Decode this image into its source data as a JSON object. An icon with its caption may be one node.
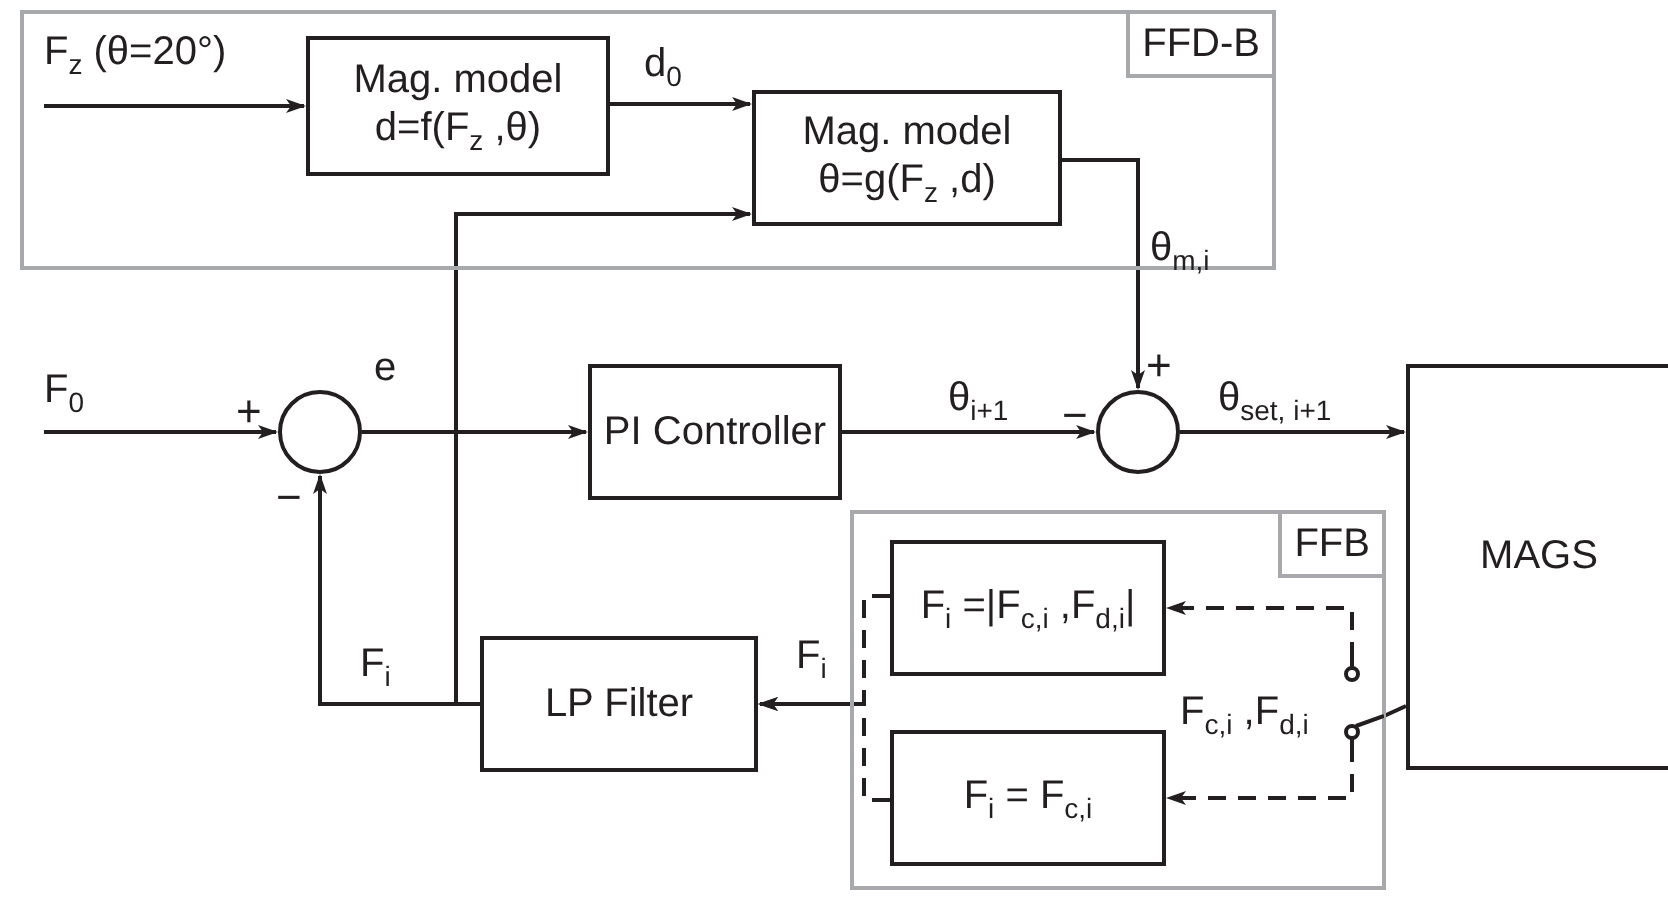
{
  "diagram": {
    "nodes": [
      {
        "text": [
          "FFD-B"
        ]
      },
      {
        "text": [
          "Mag. model d=f(F$_{z}$ ,θ)"
        ],
        "in": 0
      },
      {
        "text": [
          "Mag. model θ=g(F$_{z}$ ,d)"
        ],
        "in": 0
      },
      {
        "text": [],
        "shape": "circle"
      },
      {
        "text": [
          "PI Controller"
        ]
      },
      {
        "text": [],
        "shape": "circle"
      },
      {
        "text": [
          "MAGS"
        ]
      },
      {
        "text": [
          "FFB"
        ]
      },
      {
        "text": [
          "F$_{i}$ =|F$_{c,i}$ ,F$_{d,i}$|"
        ],
        "in": 7
      },
      {
        "text": [
          "F$_{i}$ = F$_{c,i}$"
        ],
        "in": 7
      },
      {
        "text": [
          "LP Filter"
        ]
      },
      {
        "text": [],
        "shape": "switch",
        "in": 7
      }
    ],
    "edges": [
      {
        "from": null,
        "to": 1,
        "arrow": "to",
        "label": "F$_{z}$ (θ=20°)"
      },
      {
        "from": 1,
        "to": 2,
        "arrow": "to",
        "label": "d$_{0}$"
      },
      {
        "from": 2,
        "to": 5,
        "arrow": "to",
        "label": "θ$_{m,i}$"
      },
      {
        "from": null,
        "to": 3,
        "arrow": "to",
        "label": "F$_{0}$"
      },
      {
        "from": 3,
        "to": 4,
        "arrow": "to",
        "label": "e"
      },
      {
        "from": 4,
        "to": 5,
        "arrow": "to",
        "label": "θ$_{i+1}$"
      },
      {
        "from": 5,
        "to": 6,
        "arrow": "to",
        "label": "θ$_{set, i+1}$"
      },
      {
        "from": 10,
        "to": 3,
        "arrow": "to",
        "label": "F$_{i}$"
      },
      {
        "from": 10,
        "to": 2,
        "arrow": "to"
      },
      {
        "from": 6,
        "to": 11,
        "arrow": "none"
      },
      {
        "from": 11,
        "to": 8,
        "arrow": "to",
        "style": "dashed"
      },
      {
        "from": 11,
        "to": 9,
        "arrow": "to",
        "style": "dashed"
      },
      {
        "from": 8,
        "to": 10,
        "arrow": "to",
        "style": "dashed",
        "label": "F$_{i}$"
      },
      {
        "from": 9,
        "to": 10,
        "arrow": "to",
        "style": "dashed"
      }
    ],
    "labels": [
      "+",
      "+",
      "−",
      "−",
      "F$_{c,i}$ ,F$_{d,i}$"
    ]
  }
}
